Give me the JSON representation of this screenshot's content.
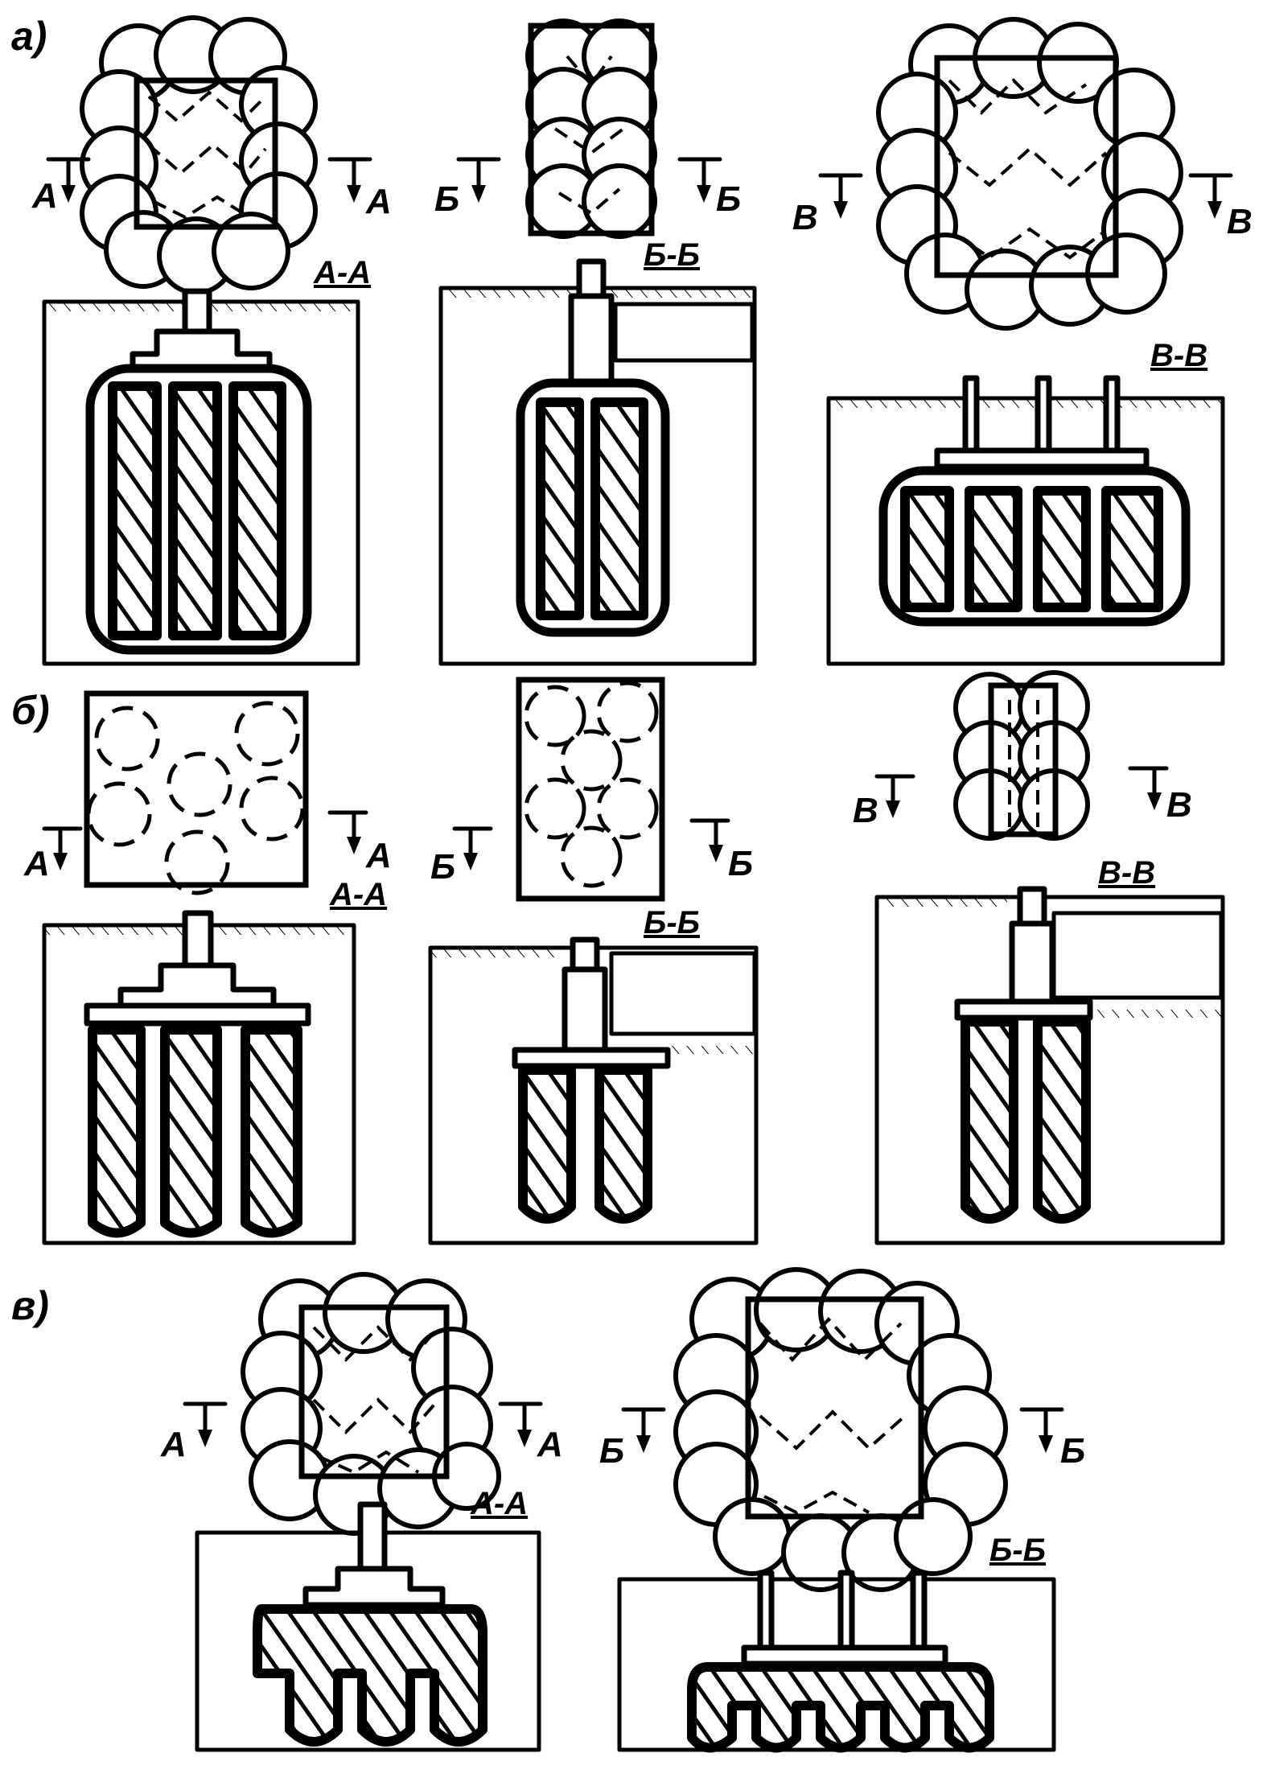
{
  "rows": {
    "a": "а)",
    "b": "б)",
    "v": "в)"
  },
  "arrows": {
    "A": "А",
    "B": "Б",
    "V": "В"
  },
  "sections": {
    "aa": "А-А",
    "bb": "Б-Б",
    "vv": "В-В"
  }
}
